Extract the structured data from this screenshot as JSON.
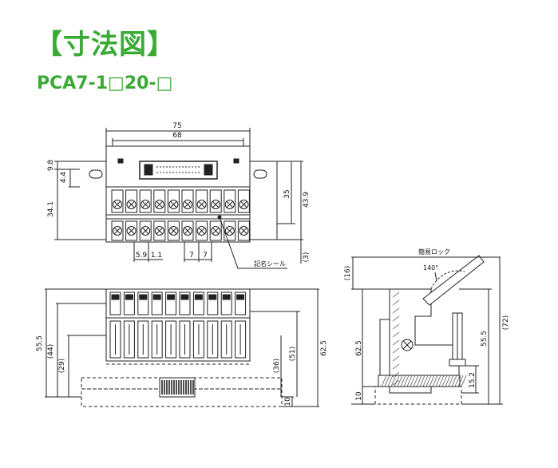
{
  "header": {
    "title": "【寸法図】",
    "model": "PCA7-1□20-□"
  },
  "top_view": {
    "dim_width_outer": "75",
    "dim_width_inner": "68",
    "dim_left_top": "9.8",
    "dim_left_mid": "4.4",
    "dim_left_height": "34.1",
    "dim_right_inner": "35",
    "dim_right_outer": "43.9",
    "dim_pitch_a": "5.9",
    "dim_pitch_b": "1.1",
    "dim_pitch_c": "7",
    "dim_pitch_d": "7",
    "dim_bottom_right": "(3)",
    "label_seal": "記名シール"
  },
  "front_view": {
    "dim_left_outer": "55.5",
    "dim_left_mid": "(44)",
    "dim_left_inner": "(29)",
    "dim_right_a": "(36)",
    "dim_right_b": "(51)",
    "dim_right_c": "62.5",
    "dim_bottom": "10"
  },
  "side_view": {
    "dim_top": "(16)",
    "label_lock": "簡易ロック",
    "dim_angle": "140°",
    "dim_left_height": "62.5",
    "dim_left_bottom": "10",
    "dim_right_a": "55.5",
    "dim_right_b": "(72)",
    "dim_right_c": "15.2"
  }
}
